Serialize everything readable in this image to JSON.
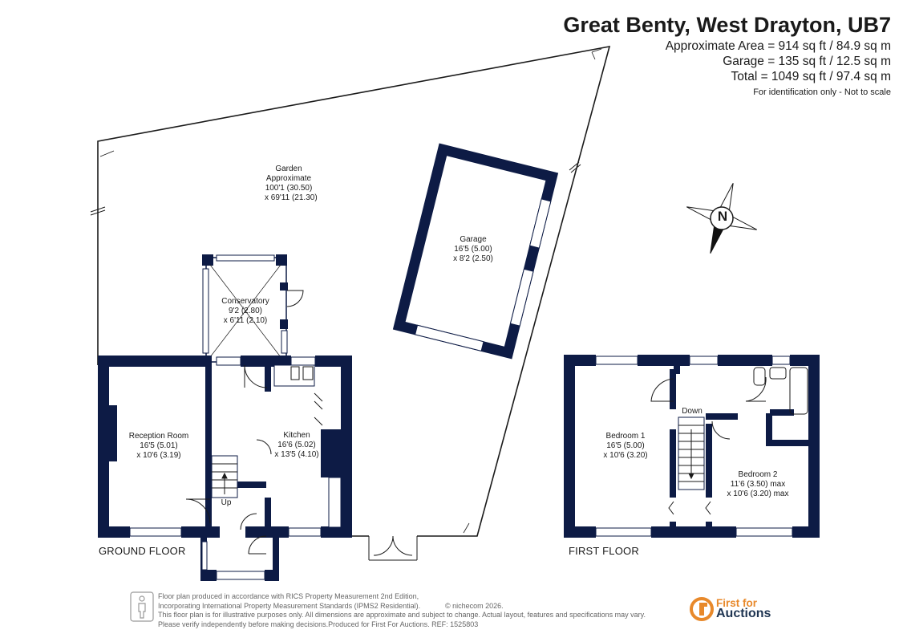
{
  "header": {
    "address": "Great Benty, West Drayton, UB7",
    "areas": [
      "Approximate Area = 914 sq ft / 84.9 sq m",
      "Garage = 135 sq ft / 12.5 sq m",
      "Total = 1049 sq ft / 97.4 sq m"
    ],
    "note": "For identification only - Not to scale"
  },
  "rooms": {
    "garden": [
      "Garden",
      "Approximate",
      "100'1 (30.50)",
      "x 69'11 (21.30)"
    ],
    "garage": [
      "Garage",
      "16'5 (5.00)",
      "x 8'2 (2.50)"
    ],
    "conservatory": [
      "Conservatory",
      "9'2 (2.80)",
      "x 6'11 (2.10)"
    ],
    "reception": [
      "Reception Room",
      "16'5 (5.01)",
      "x 10'6 (3.19)"
    ],
    "kitchen": [
      "Kitchen",
      "16'6 (5.02)",
      "x 13'5 (4.10)"
    ],
    "bedroom1": [
      "Bedroom 1",
      "16'5 (5.00)",
      "x 10'6 (3.20)"
    ],
    "bedroom2": [
      "Bedroom 2",
      "11'6 (3.50) max",
      "x 10'6 (3.20) max"
    ]
  },
  "stairs": {
    "up": "Up",
    "down": "Down"
  },
  "floors": {
    "ground": "GROUND FLOOR",
    "first": "FIRST FLOOR"
  },
  "compass": {
    "label": "N"
  },
  "footer": {
    "lines": [
      "Floor plan produced in accordance with RICS Property Measurement 2nd Edition,",
      "Incorporating International Property Measurement Standards (IPMS2 Residential).",
      "This floor plan is for illustrative purposes only. All dimensions are approximate and subject to change. Actual layout, features and specifications may vary.",
      "Please verify independently before making decisions.Produced for First For Auctions.   REF:  1525803"
    ],
    "credit": "© nichecom 2026."
  },
  "logo": {
    "line1": "First for",
    "line2": "Auctions"
  },
  "colors": {
    "wall": "#0d1b45",
    "text": "#1a1a1a",
    "logo_orange": "#e8892b",
    "logo_navy": "#1f3552"
  }
}
